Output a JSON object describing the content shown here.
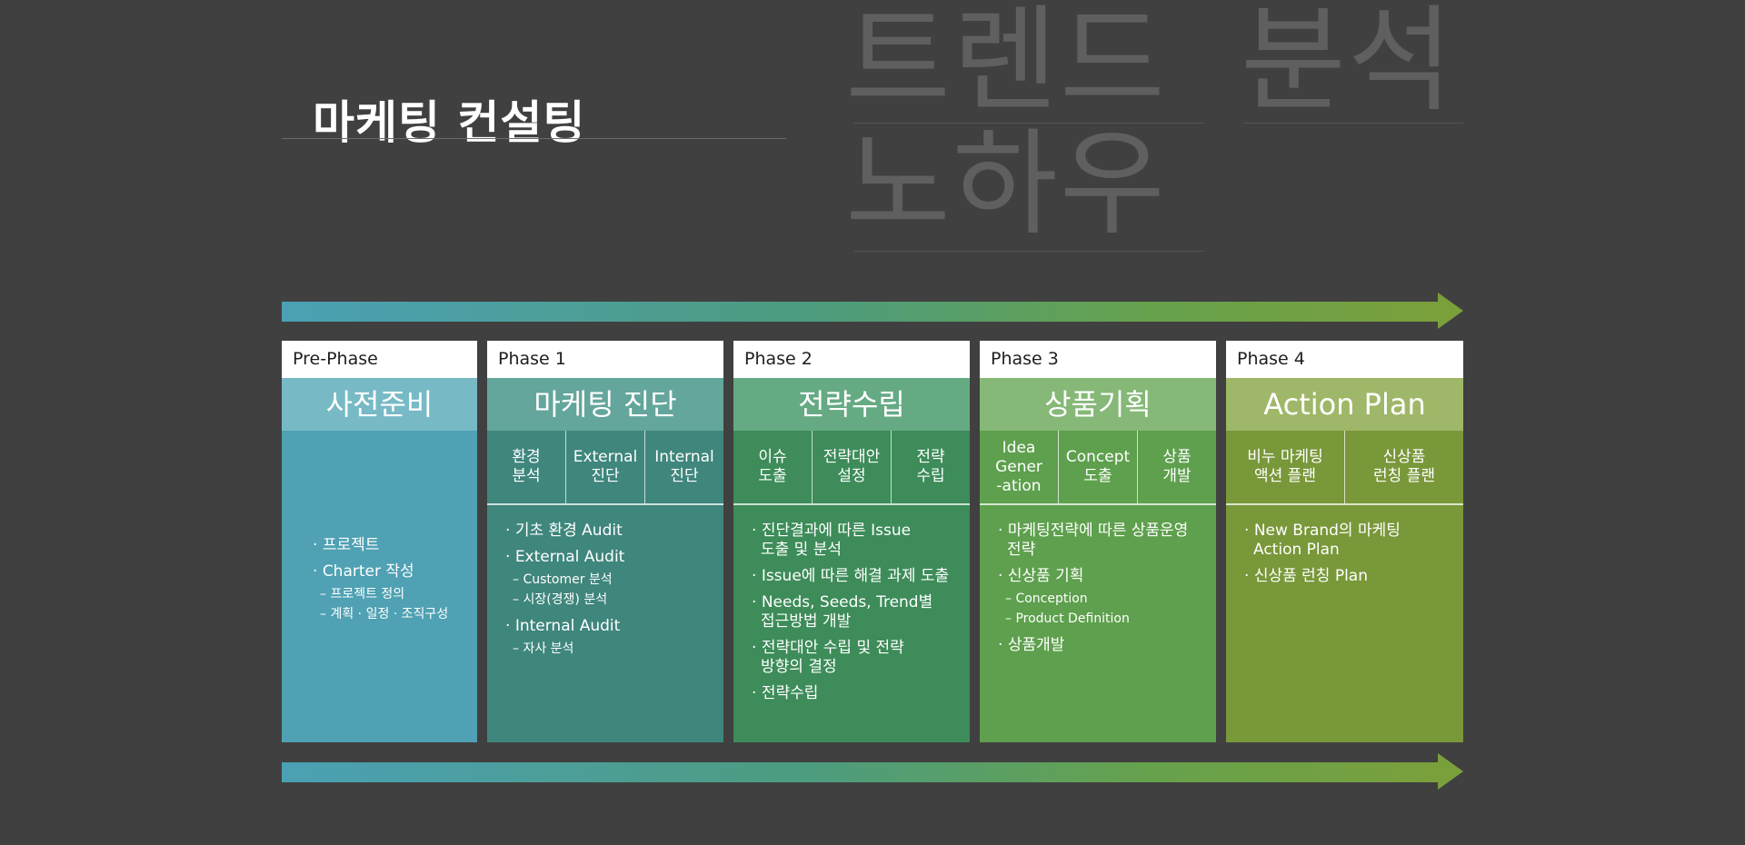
{
  "background_title": {
    "line1a": "트렌드",
    "line1b": "분석",
    "line2": "노하우"
  },
  "title": "마케팅 컨설팅",
  "colors": {
    "background": "#404040",
    "pre_phase": "#4fa1b3",
    "phase1": "#3f867c",
    "phase2": "#3d8c59",
    "phase3": "#5ea04d",
    "phase4": "#79983a"
  },
  "phases": [
    {
      "label": "Pre-Phase",
      "title": "사전준비",
      "subs": [],
      "items": [
        {
          "text": "프로젝트",
          "sub": []
        },
        {
          "text": "Charter 작성",
          "sub": [
            "프로젝트 정의",
            "계획 · 일정 · 조직구성"
          ]
        }
      ]
    },
    {
      "label": "Phase 1",
      "title": "마케팅 진단",
      "subs": [
        "환경\n분석",
        "External\n진단",
        "Internal\n진단"
      ],
      "items": [
        {
          "text": "기초 환경 Audit",
          "sub": []
        },
        {
          "text": "External Audit",
          "sub": [
            "Customer 분석",
            "시장(경쟁) 분석"
          ]
        },
        {
          "text": "Internal Audit",
          "sub": [
            "자사 분석"
          ]
        }
      ]
    },
    {
      "label": "Phase 2",
      "title": "전략수립",
      "subs": [
        "이슈\n도출",
        "전략대안\n설정",
        "전략\n수립"
      ],
      "items": [
        {
          "text": "진단결과에 따른 Issue\n도출 및 분석",
          "sub": []
        },
        {
          "text": "Issue에 따른 해결 과제 도출",
          "sub": []
        },
        {
          "text": "Needs, Seeds, Trend별\n접근방법 개발",
          "sub": []
        },
        {
          "text": "전략대안 수립 및 전략\n방향의 결정",
          "sub": []
        },
        {
          "text": "전략수립",
          "sub": []
        }
      ]
    },
    {
      "label": "Phase 3",
      "title": "상품기획",
      "subs": [
        "Idea\nGener\n-ation",
        "Concept\n도출",
        "상품\n개발"
      ],
      "items": [
        {
          "text": "마케팅전략에 따른 상품운영\n전략",
          "sub": []
        },
        {
          "text": "신상품 기획",
          "sub": [
            "Conception",
            "Product Definition"
          ]
        },
        {
          "text": "상품개발",
          "sub": []
        }
      ]
    },
    {
      "label": "Phase 4",
      "title": "Action Plan",
      "subs": [
        "비누 마케팅\n액션 플랜",
        "신상품\n런칭 플랜"
      ],
      "items": [
        {
          "text": "New Brand의 마케팅\nAction Plan",
          "sub": []
        },
        {
          "text": "신상품 런칭 Plan",
          "sub": []
        }
      ]
    }
  ]
}
